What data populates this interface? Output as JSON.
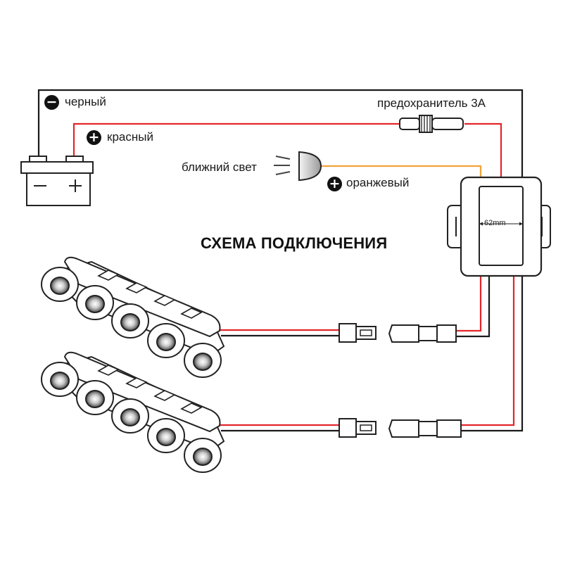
{
  "title": "СХЕМА ПОДКЛЮЧЕНИЯ",
  "labels": {
    "black": "черный",
    "red": "красный",
    "fuse": "предохранитель 3А",
    "low_beam": "ближний свет",
    "orange": "оранжевый"
  },
  "signs": {
    "minus": "−",
    "plus": "+"
  },
  "controller_size": "62mm",
  "colors": {
    "red_wire": "#e3262b",
    "black_wire": "#1a1a1a",
    "orange_wire": "#f2a23a",
    "outline": "#222222"
  }
}
